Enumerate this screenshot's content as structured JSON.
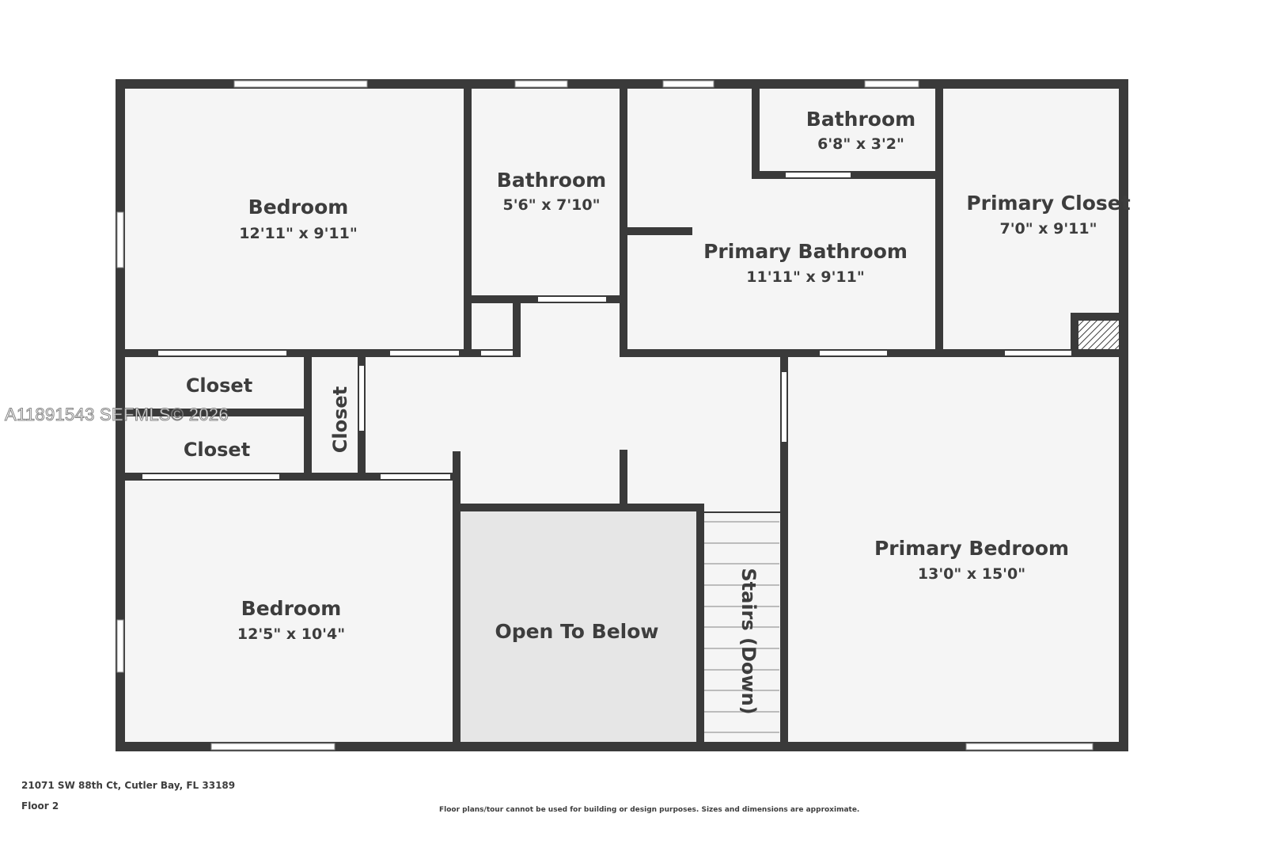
{
  "colors": {
    "wall": "#3a3a3a",
    "floor": "#f5f5f5",
    "open_to_below": "#e6e6e6",
    "window": "#ffffff",
    "text": "#3d3d3d"
  },
  "rooms": {
    "bedroom_1": {
      "name": "Bedroom",
      "dims": "12'11\" x 9'11\""
    },
    "bathroom_1": {
      "name": "Bathroom",
      "dims": "5'6\" x 7'10\""
    },
    "bathroom_2": {
      "name": "Bathroom",
      "dims": "6'8\" x 3'2\""
    },
    "primary_bathroom": {
      "name": "Primary Bathroom",
      "dims": "11'11\" x 9'11\""
    },
    "primary_closet": {
      "name": "Primary Closet",
      "dims": "7'0\" x 9'11\""
    },
    "closet_1": {
      "name": "Closet"
    },
    "closet_2": {
      "name": "Closet"
    },
    "closet_3": {
      "name": "Closet"
    },
    "primary_bedroom": {
      "name": "Primary Bedroom",
      "dims": "13'0\" x 15'0\""
    },
    "bedroom_2": {
      "name": "Bedroom",
      "dims": "12'5\" x 10'4\""
    },
    "open_to_below": {
      "name": "Open To Below"
    },
    "stairs": {
      "name": "Stairs (Down)"
    }
  },
  "watermark": "A11891543  SEFMLS© 2026",
  "footer": {
    "address": "21071 SW 88th Ct, Cutler Bay, FL 33189",
    "floor": "Floor 2",
    "disclaimer": "Floor plans/tour cannot be used for building or design purposes. Sizes and dimensions are approximate."
  }
}
